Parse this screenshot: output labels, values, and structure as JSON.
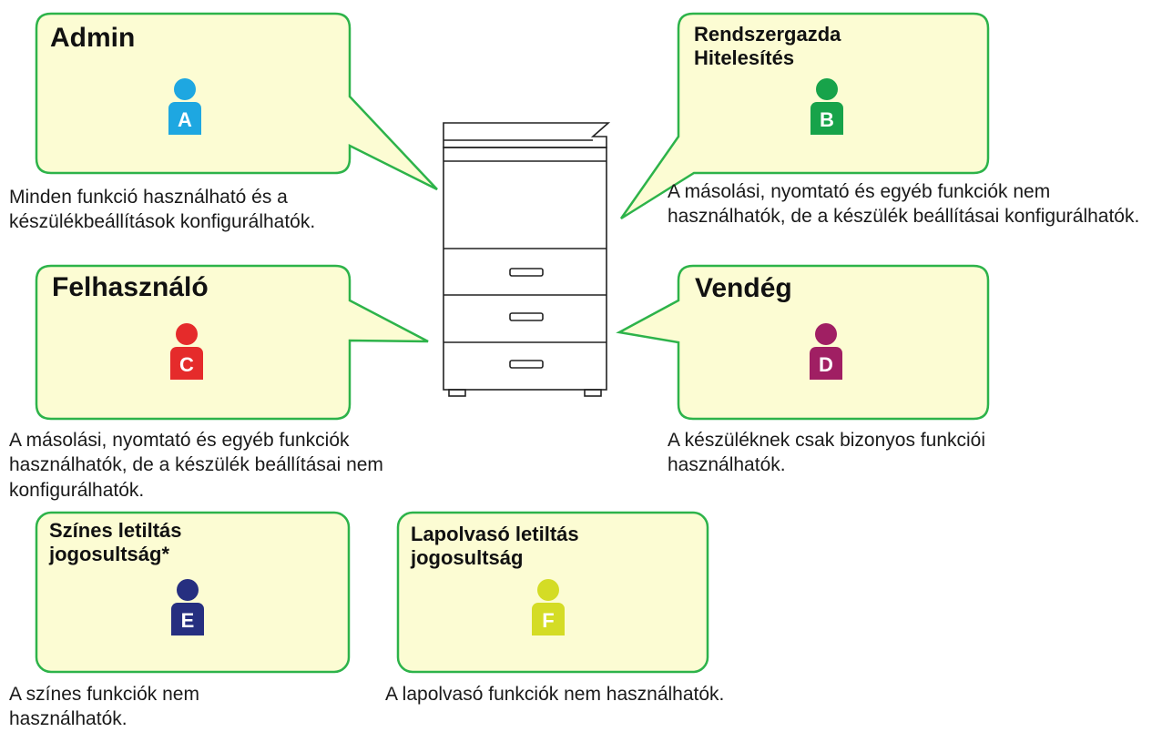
{
  "roles": [
    {
      "key": "admin",
      "title": "Admin",
      "letter": "A",
      "color": "#1ea7e1",
      "description": "Minden funkció használható és a készülékbeállítások konfigurálhatók."
    },
    {
      "key": "admin-auth",
      "title": "Rendszergazda Hitelesítés",
      "letter": "B",
      "color": "#17a34a",
      "description": "A másolási, nyomtató és egyéb funkciók nem használhatók, de a készülék beállításai konfigurálhatók."
    },
    {
      "key": "user",
      "title": "Felhasználó",
      "letter": "C",
      "color": "#e52b2b",
      "description": "A másolási, nyomtató és egyéb funkciók használhatók, de a készülék beállításai nem konfigurálhatók."
    },
    {
      "key": "guest",
      "title": "Vendég",
      "letter": "D",
      "color": "#a01f63",
      "description": "A készüléknek csak bizonyos funkciói használhatók."
    },
    {
      "key": "color-restrict",
      "title": "Színes letiltás jogosultság*",
      "letter": "E",
      "color": "#262f80",
      "description": "A színes funkciók nem használhatók."
    },
    {
      "key": "scan-restrict",
      "title": "Lapolvasó letiltás jogosultság",
      "letter": "F",
      "color": "#d4dc25",
      "description": "A lapolvasó funkciók nem használhatók."
    }
  ],
  "colors": {
    "bubble_fill": "#fcfcd3",
    "bubble_border": "#2db34a",
    "device_line": "#222222"
  }
}
